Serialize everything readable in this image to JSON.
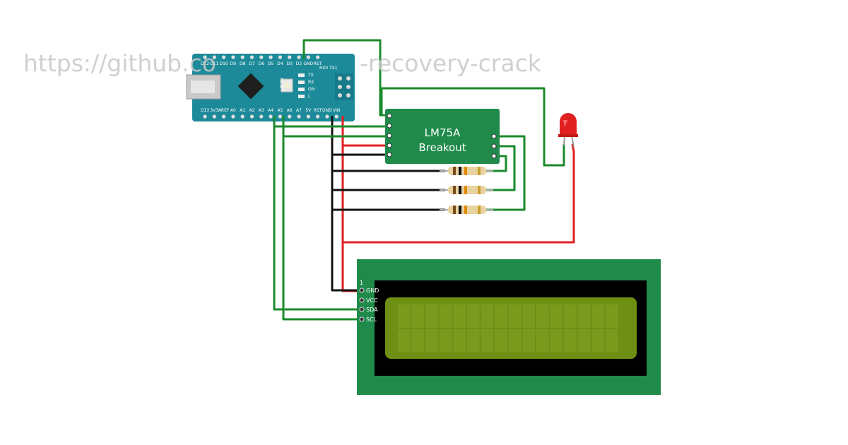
{
  "overlay_text": "https://github.co",
  "overlay_text_2": "-recovery-crack",
  "arduino": {
    "top_pins": [
      "D12",
      "D11",
      "D10",
      "D9",
      "D8",
      "D7",
      "D6",
      "D5",
      "D4",
      "D3",
      "D2",
      "GND",
      "RST"
    ],
    "rx_tx": "RX0 TX1",
    "bottom_pins": [
      "D13",
      "3V3",
      "AREF",
      "A0",
      "A1",
      "A2",
      "A3",
      "A4",
      "A5",
      "A6",
      "A7",
      "5V",
      "RST",
      "GND",
      "VIN"
    ],
    "reset_label": "RESET",
    "led_labels": [
      "TX",
      "RX",
      "ON",
      "L"
    ]
  },
  "breakout": {
    "line1": "LM75A",
    "line2": "Breakout"
  },
  "lcd": {
    "pin_number": "1",
    "pins": [
      "GND",
      "VCC",
      "SDA",
      "SCL"
    ],
    "columns": 16,
    "rows": 2
  },
  "colors": {
    "board": "#1d8a99",
    "module": "#1f8a4a",
    "wire_green": "#1a8a2a",
    "wire_red": "#e02020",
    "wire_black": "#111111",
    "lcd_frame": "#1f8a4a",
    "lcd_screen": "#6f8f14",
    "led": "#e02020"
  }
}
